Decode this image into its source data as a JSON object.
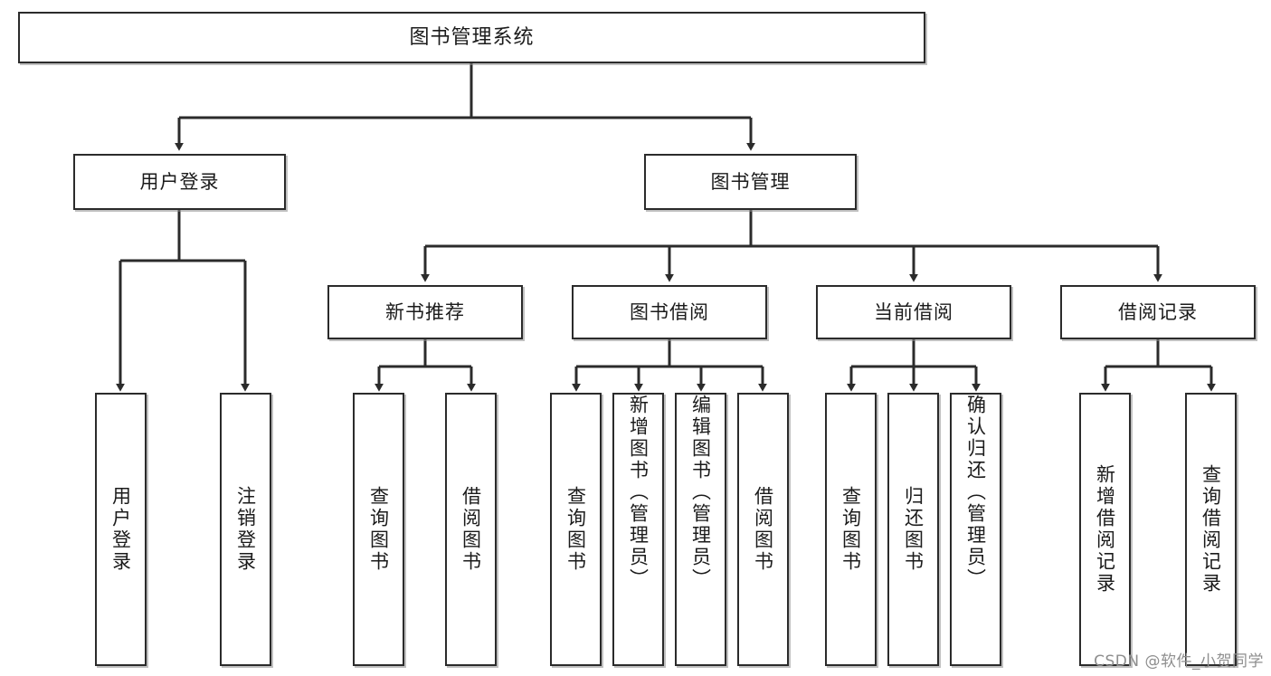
{
  "diagram": {
    "type": "tree-hierarchy",
    "title": "图书管理系统",
    "watermark": "CSDN @软件_小贺同学",
    "colors": {
      "node_border": "#2b2b2b",
      "node_fill": "#ffffff",
      "edge": "#2b2b2b",
      "watermark": "#8e8e8e",
      "background": "#ffffff"
    },
    "nodes": {
      "root": {
        "label": "图书管理系统",
        "level": 1
      },
      "user_login": {
        "label": "用户登录",
        "level": 2
      },
      "book_manage": {
        "label": "图书管理",
        "level": 2
      },
      "new_book_rec": {
        "label": "新书推荐",
        "level": 3
      },
      "book_borrow": {
        "label": "图书借阅",
        "level": 3
      },
      "current_borrow": {
        "label": "当前借阅",
        "level": 3
      },
      "borrow_record": {
        "label": "借阅记录",
        "level": 3
      },
      "leaf_user_login": {
        "label": "用户登录",
        "level": 4
      },
      "leaf_logout_login": {
        "label": "注销登录",
        "level": 4
      },
      "leaf_query_book_1": {
        "label": "查询图书",
        "level": 4
      },
      "leaf_borrow_book_1": {
        "label": "借阅图书",
        "level": 4
      },
      "leaf_query_book_2": {
        "label": "查询图书",
        "level": 4
      },
      "leaf_add_book": {
        "label": "新增图书（管理员）",
        "level": 4
      },
      "leaf_edit_book": {
        "label": "编辑图书（管理员）",
        "level": 4
      },
      "leaf_borrow_book_2": {
        "label": "借阅图书",
        "level": 4
      },
      "leaf_query_book_3": {
        "label": "查询图书",
        "level": 4
      },
      "leaf_return_book": {
        "label": "归还图书",
        "level": 4
      },
      "leaf_confirm_return": {
        "label": "确认归还（管理员）",
        "level": 4
      },
      "leaf_add_record": {
        "label": "新增借阅记录",
        "level": 4
      },
      "leaf_query_record": {
        "label": "查询借阅记录",
        "level": 4
      }
    },
    "edges": [
      {
        "from": "root",
        "to": "user_login"
      },
      {
        "from": "root",
        "to": "book_manage"
      },
      {
        "from": "user_login",
        "to": "leaf_user_login"
      },
      {
        "from": "user_login",
        "to": "leaf_logout_login"
      },
      {
        "from": "book_manage",
        "to": "new_book_rec"
      },
      {
        "from": "book_manage",
        "to": "book_borrow"
      },
      {
        "from": "book_manage",
        "to": "current_borrow"
      },
      {
        "from": "book_manage",
        "to": "borrow_record"
      },
      {
        "from": "new_book_rec",
        "to": "leaf_query_book_1"
      },
      {
        "from": "new_book_rec",
        "to": "leaf_borrow_book_1"
      },
      {
        "from": "book_borrow",
        "to": "leaf_query_book_2"
      },
      {
        "from": "book_borrow",
        "to": "leaf_add_book"
      },
      {
        "from": "book_borrow",
        "to": "leaf_edit_book"
      },
      {
        "from": "book_borrow",
        "to": "leaf_borrow_book_2"
      },
      {
        "from": "current_borrow",
        "to": "leaf_query_book_3"
      },
      {
        "from": "current_borrow",
        "to": "leaf_return_book"
      },
      {
        "from": "current_borrow",
        "to": "leaf_confirm_return"
      },
      {
        "from": "borrow_record",
        "to": "leaf_add_record"
      },
      {
        "from": "borrow_record",
        "to": "leaf_query_record"
      }
    ]
  }
}
